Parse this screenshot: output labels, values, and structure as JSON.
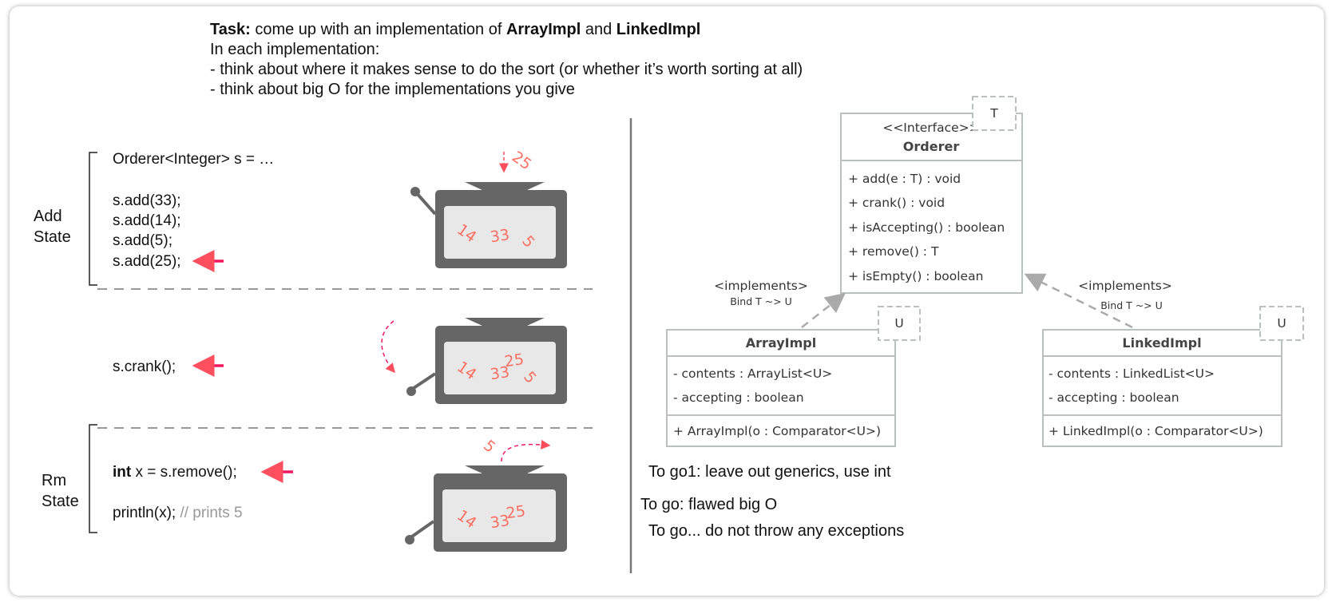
{
  "task": {
    "label": "Task:",
    "text_before": " come up with an implementation of ",
    "class_a": "ArrayImpl",
    "text_and": " and ",
    "class_b": "LinkedImpl",
    "line2": "In each implementation:",
    "line3": "- think about where it makes sense to do the sort (or whether it’s worth sorting at all)",
    "line4": "- think about big O for the implementations you give"
  },
  "sections": {
    "add_label_1": "Add",
    "add_label_2": "State",
    "rm_label_1": "Rm",
    "rm_label_2": "State"
  },
  "code": {
    "decl": "Orderer<Integer> s = …",
    "add1": "s.add(33);",
    "add2": "s.add(14);",
    "add3": "s.add(5);",
    "add4": "s.add(25);",
    "crank": "s.crank();",
    "rm_kw": "int",
    "rm_rest": " x = s.remove();",
    "print": "println(x);",
    "print_comment": " // prints 5"
  },
  "machine": {
    "m1_incoming": "25",
    "m1_contents": [
      "14",
      "33",
      "5"
    ],
    "m2_contents": [
      "14",
      "33",
      "25",
      "5"
    ],
    "m3_outgoing": "5",
    "m3_contents": [
      "14",
      "33",
      "25"
    ]
  },
  "uml": {
    "interface": {
      "stereotype": "<<Interface>>",
      "name": "Orderer",
      "type_param": "T",
      "methods": [
        "+ add(e : T) : void",
        "+ crank() : void",
        "+ isAccepting() : boolean",
        "+ remove() : T",
        "+ isEmpty() : boolean"
      ]
    },
    "array_impl": {
      "name": "ArrayImpl",
      "type_param": "U",
      "fields": [
        "- contents : ArrayList<U>",
        "- accepting : boolean"
      ],
      "ctor": "+ ArrayImpl(o : Comparator<U>)",
      "rel_label": "<implements>",
      "rel_bind": "Bind T ~> U"
    },
    "linked_impl": {
      "name": "LinkedImpl",
      "type_param": "U",
      "fields": [
        "- contents : LinkedList<U>",
        "- accepting : boolean"
      ],
      "ctor": "+ LinkedImpl(o : Comparator<U>)",
      "rel_label": "<implements>",
      "rel_bind": "Bind T ~> U"
    }
  },
  "faint_notes": [
    "To go1: leave out generics, use int",
    "To go: flawed big O",
    "To go... do not throw any exceptions"
  ],
  "colors": {
    "accent": "#f0185e",
    "digits": "#ff6f61",
    "machine": "#666666",
    "uml_border": "#b9c0bd",
    "dash": "#999999"
  }
}
